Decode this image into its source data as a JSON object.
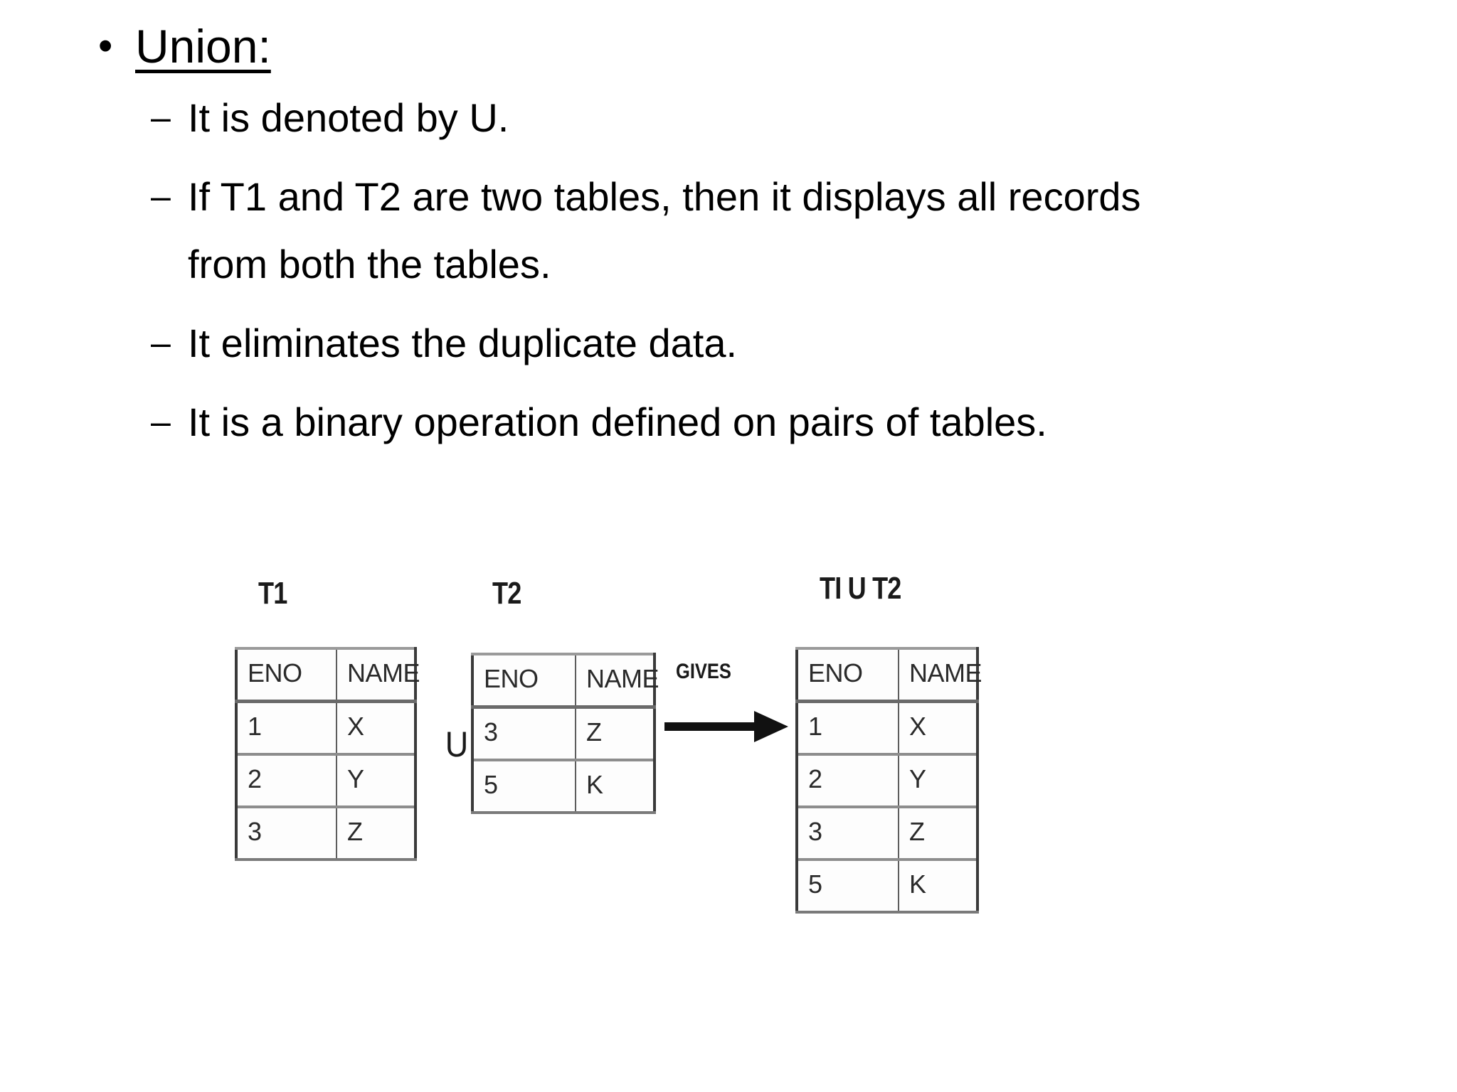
{
  "slide": {
    "title": {
      "bullet_glyph": "•",
      "text": "Union:"
    },
    "sub_bullets": [
      {
        "dash": "–",
        "text": "It is denoted by U."
      },
      {
        "dash": "–",
        "text": "If T1 and T2 are two tables, then it displays all records from both the tables."
      },
      {
        "dash": "–",
        "text": "It eliminates the duplicate data."
      },
      {
        "dash": "–",
        "text": "It is a binary operation defined on pairs of tables."
      }
    ]
  },
  "diagram": {
    "operator_symbol": "U",
    "gives_label": "GIVES",
    "arrow_icon": "right-arrow-icon",
    "tables": [
      {
        "name": "T1",
        "columns": [
          "ENO",
          "NAME"
        ],
        "rows": [
          [
            "1",
            "X"
          ],
          [
            "2",
            "Y"
          ],
          [
            "3",
            "Z"
          ]
        ]
      },
      {
        "name": "T2",
        "columns": [
          "ENO",
          "NAME"
        ],
        "rows": [
          [
            "3",
            "Z"
          ],
          [
            "5",
            "K"
          ]
        ]
      },
      {
        "name": "TI U T2",
        "columns": [
          "ENO",
          "NAME"
        ],
        "rows": [
          [
            "1",
            "X"
          ],
          [
            "2",
            "Y"
          ],
          [
            "3",
            "Z"
          ],
          [
            "5",
            "K"
          ]
        ]
      }
    ]
  },
  "colors": {
    "background": "#ffffff",
    "text": "#000000",
    "table_border": "#5d5d5d",
    "table_fill": "#fdfdfd"
  }
}
